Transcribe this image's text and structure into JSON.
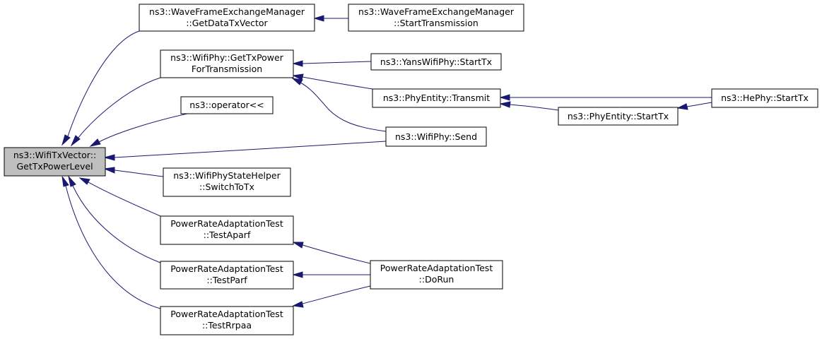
{
  "colors": {
    "edge": "#191970",
    "root_fill": "#bfbfbf",
    "node_fill": "#ffffff",
    "border": "#000000"
  },
  "nodes": {
    "root": [
      "ns3::WifiTxVector::",
      "GetTxPowerLevel"
    ],
    "wfem_getdata": [
      "ns3::WaveFrameExchangeManager",
      "::GetDataTxVector"
    ],
    "wfem_start": [
      "ns3::WaveFrameExchangeManager",
      "::StartTransmission"
    ],
    "wifiphy_gettxpower": [
      "ns3::WifiPhy::GetTxPower",
      "ForTransmission"
    ],
    "yans_starttx": [
      "ns3::YansWifiPhy::StartTx"
    ],
    "phyentity_transmit": [
      "ns3::PhyEntity::Transmit"
    ],
    "hephy_starttx": [
      "ns3::HePhy::StartTx"
    ],
    "phyentity_starttx": [
      "ns3::PhyEntity::StartTx"
    ],
    "operator": [
      "ns3::operator<<"
    ],
    "wifiphy_send": [
      "ns3::WifiPhy::Send"
    ],
    "statehelper": [
      "ns3::WifiPhyStateHelper",
      "::SwitchToTx"
    ],
    "test_aparf": [
      "PowerRateAdaptationTest",
      "::TestAparf"
    ],
    "test_parf": [
      "PowerRateAdaptationTest",
      "::TestParf"
    ],
    "test_rrpaa": [
      "PowerRateAdaptationTest",
      "::TestRrpaa"
    ],
    "test_dorun": [
      "PowerRateAdaptationTest",
      "::DoRun"
    ]
  }
}
